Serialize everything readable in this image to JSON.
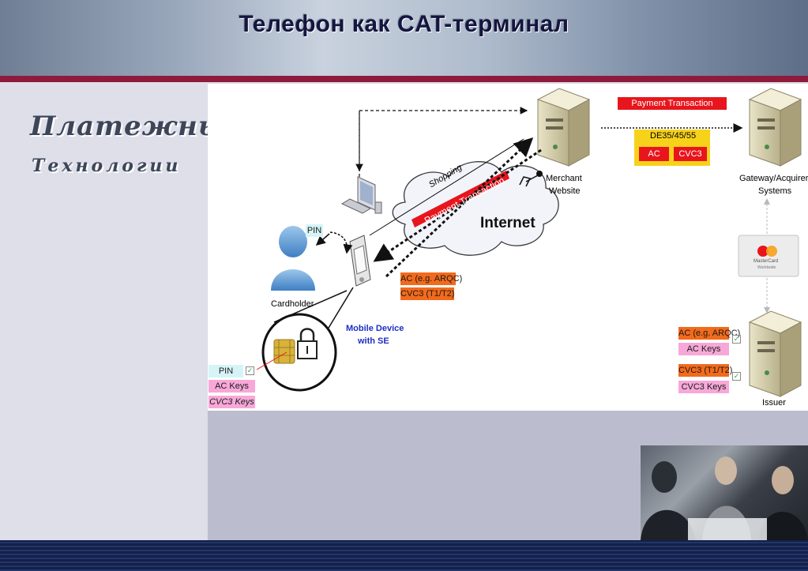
{
  "title": "Телефон как CAT-терминал",
  "logo": {
    "line1": "Платежные",
    "line2": "Технологии"
  },
  "diagram": {
    "payment_transaction_top": "Payment Transaction",
    "de_codes": "DE35/45/55",
    "ac": "AC",
    "cvc3": "CVC3",
    "merchant_website": [
      "Merchant",
      "Website"
    ],
    "gateway": [
      "Gateway/Acquirer",
      "Systems"
    ],
    "shopping": "Shopping",
    "payment_transaction_diag": "Payment Transaction",
    "internet": "Internet",
    "pin": "PIN",
    "cardholder": "Cardholder",
    "ac_arqc": "AC (e.g. ARQC)",
    "cvc3_t1t2": "CVC3 (T1/T2)",
    "mobile_device": [
      "Mobile Device",
      "with SE"
    ],
    "mastercard": [
      "MasterCard",
      "Worldwide"
    ],
    "issuer": "Issuer",
    "issuer_ac_arqc": "AC (e.g. ARQC)",
    "issuer_ac_keys": "AC Keys",
    "issuer_cvc3_t1t2": "CVC3 (T1/T2)",
    "issuer_cvc3_keys": "CVC3 Keys",
    "left_pin": "PIN",
    "left_ac_keys": "AC Keys",
    "left_cvc3_keys": "CVC3 Keys"
  },
  "colors": {
    "accent_red": "#e8151c",
    "accent_orange": "#f26a1b",
    "accent_pink": "#f7a8d8",
    "bar": "#8e1a3c",
    "footer": "#1b2a55"
  }
}
